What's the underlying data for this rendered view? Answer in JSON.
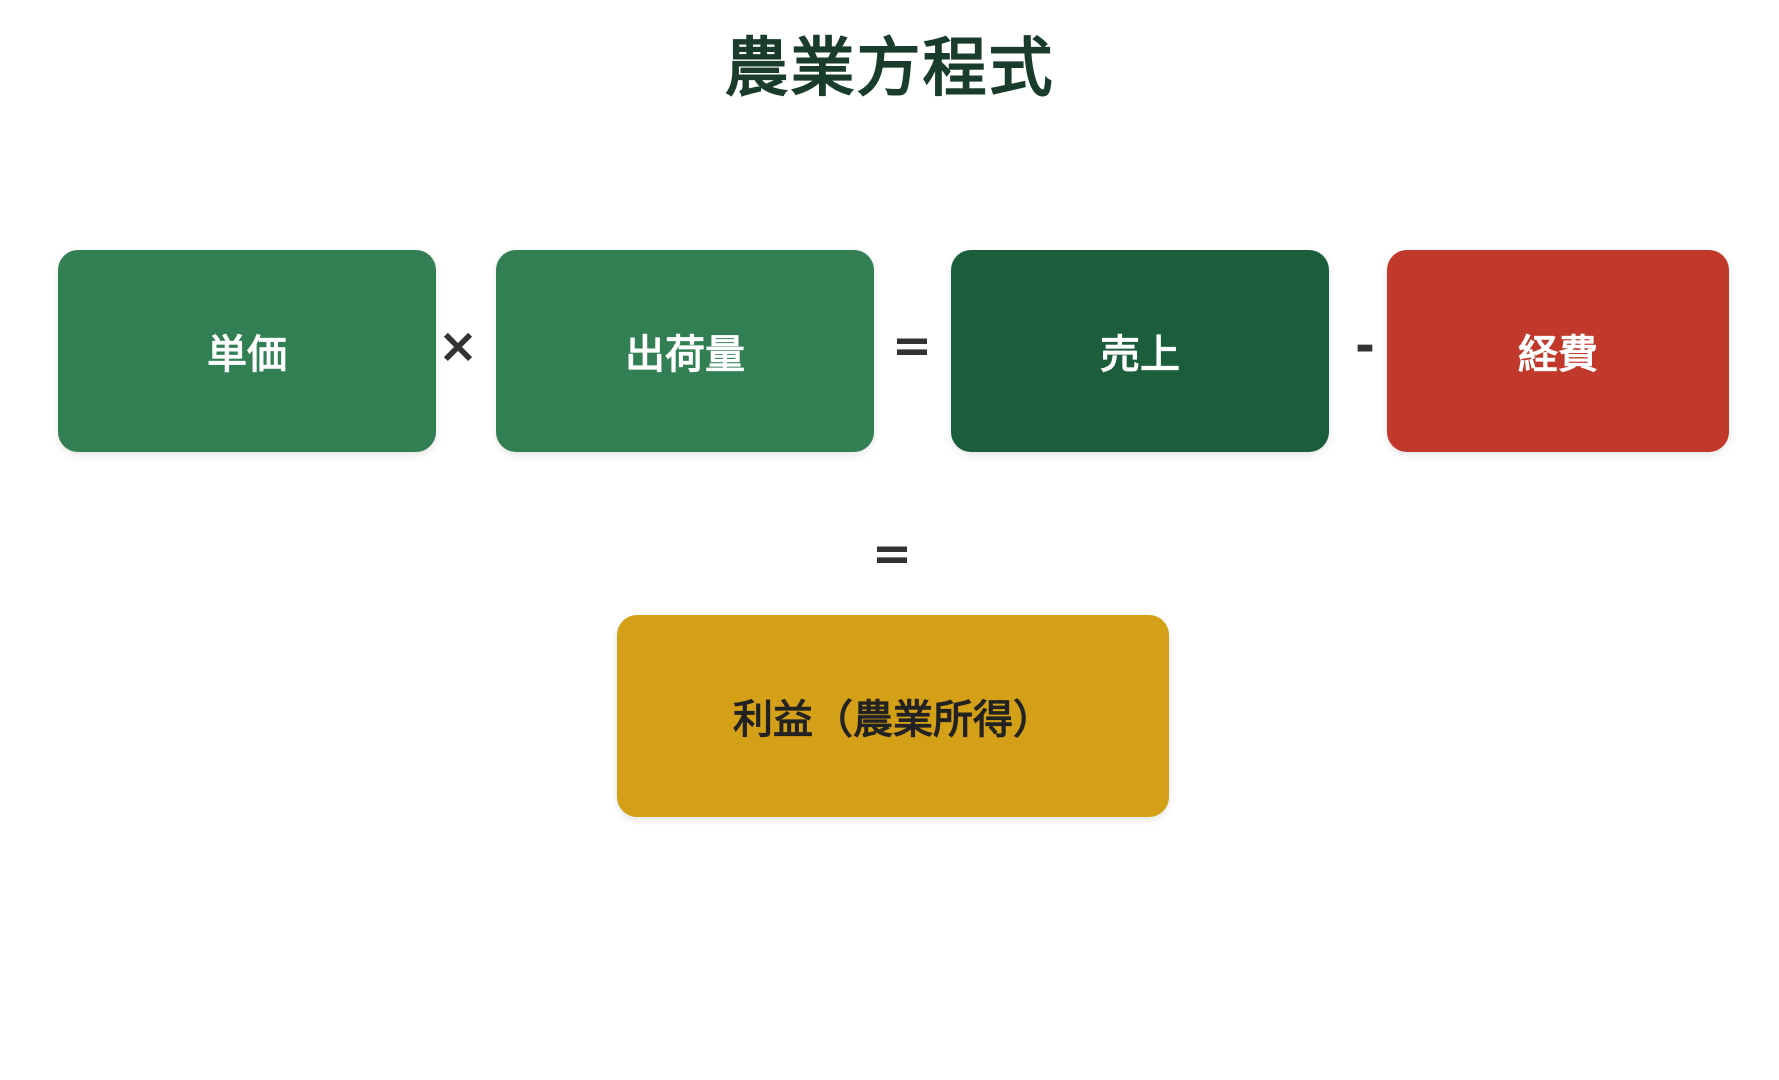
{
  "title": "農業方程式",
  "boxes": {
    "unit_price": {
      "label": "単価",
      "color": "#317f53"
    },
    "shipment": {
      "label": "出荷量",
      "color": "#317f53"
    },
    "sales": {
      "label": "売上",
      "color": "#1c5e3c"
    },
    "expenses": {
      "label": "経費",
      "color": "#c0392b"
    },
    "profit": {
      "label": "利益（農業所得）",
      "color": "#d4a017",
      "text_color": "#222222"
    }
  },
  "operators": {
    "multiply": "×",
    "equals_1": "=",
    "minus": "-",
    "equals_2": "="
  }
}
